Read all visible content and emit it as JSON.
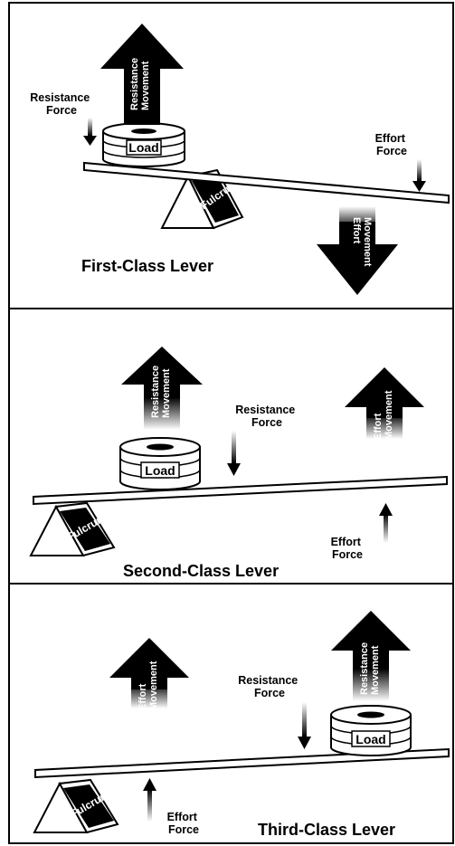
{
  "panels": {
    "first": {
      "title": "First-Class Lever",
      "resistance_force": [
        "Resistance",
        "Force"
      ],
      "resistance_movement": [
        "Resistance",
        "Movement"
      ],
      "effort_force": [
        "Effort",
        "Force"
      ],
      "effort_movement": [
        "Effort",
        "Movement"
      ],
      "load": "Load",
      "fulcrum": "Fulcrum"
    },
    "second": {
      "title": "Second-Class Lever",
      "resistance_force": [
        "Resistance",
        "Force"
      ],
      "resistance_movement": [
        "Resistance",
        "Movement"
      ],
      "effort_force": [
        "Effort",
        "Force"
      ],
      "effort_movement": [
        "Effort",
        "Movement"
      ],
      "load": "Load",
      "fulcrum": "Fulcrum"
    },
    "third": {
      "title": "Third-Class Lever",
      "resistance_force": [
        "Resistance",
        "Force"
      ],
      "resistance_movement": [
        "Resistance",
        "Movement"
      ],
      "effort_force": [
        "Effort",
        "Force"
      ],
      "effort_movement": [
        "Effort",
        "Movement"
      ],
      "load": "Load",
      "fulcrum": "Fulcrum"
    }
  },
  "colors": {
    "ink": "#000000",
    "paper": "#ffffff"
  }
}
